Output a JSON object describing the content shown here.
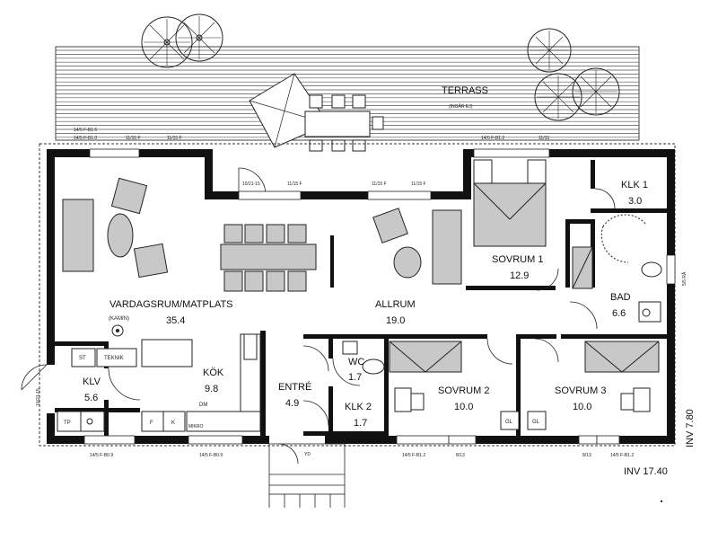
{
  "rooms": {
    "terrass": "TERRASS",
    "terrass_note": "(INGÅR EJ)",
    "vardagsrum": "VARDAGSRUM/MATPLATS",
    "vardagsrum_area": "35.4",
    "kamin": "(KAMIN)",
    "allrum": "ALLRUM",
    "allrum_area": "19.0",
    "sovrum1": "SOVRUM 1",
    "sovrum1_area": "12.9",
    "klk1": "KLK 1",
    "klk1_area": "3.0",
    "bad": "BAD",
    "bad_area": "6.6",
    "kok": "KÖK",
    "kok_area": "9.8",
    "klv": "KLV",
    "klv_area": "5.6",
    "entre": "ENTRÉ",
    "entre_area": "4.9",
    "wc": "WC",
    "wc_area": "1.7",
    "klk2": "KLK 2",
    "klk2_area": "1.7",
    "sovrum2": "SOVRUM 2",
    "sovrum2_area": "10.0",
    "sovrum3": "SOVRUM 3",
    "sovrum3_area": "10.0"
  },
  "fixtures": {
    "st": "ST",
    "teknik": "TEKNIK",
    "tp": "TP",
    "f": "F",
    "k": "K",
    "dm": "DM",
    "mikro": "MIKRO",
    "gl": "GL",
    "yd": "YD"
  },
  "window_labels": {
    "top_left_1": "14/5 F-B1.6",
    "top_left_2": "14/5 F-B1.0",
    "top_1115_a": "11/15 F",
    "top_1115_b": "11/15 F",
    "top_door": "10/21-15",
    "top_1115_c": "11/15 F",
    "top_1115_d": "11/15 F",
    "top_1115_e": "11/15 F",
    "top_right_1": "14/5 F-B1.2",
    "top_right_2": "11/15",
    "left_door": "10/21-15",
    "right_bad": "5/5 RÅ",
    "bottom_1": "14/5 F-B0.9",
    "bottom_2": "14/5 F-B0.9",
    "bottom_3": "14/5 F-B1.2",
    "bottom_4": "8/13",
    "bottom_5": "8/13",
    "bottom_6": "14/5 F-B1.2"
  },
  "dimensions": {
    "width": "INV 17.40",
    "depth": "INV 7.80"
  }
}
